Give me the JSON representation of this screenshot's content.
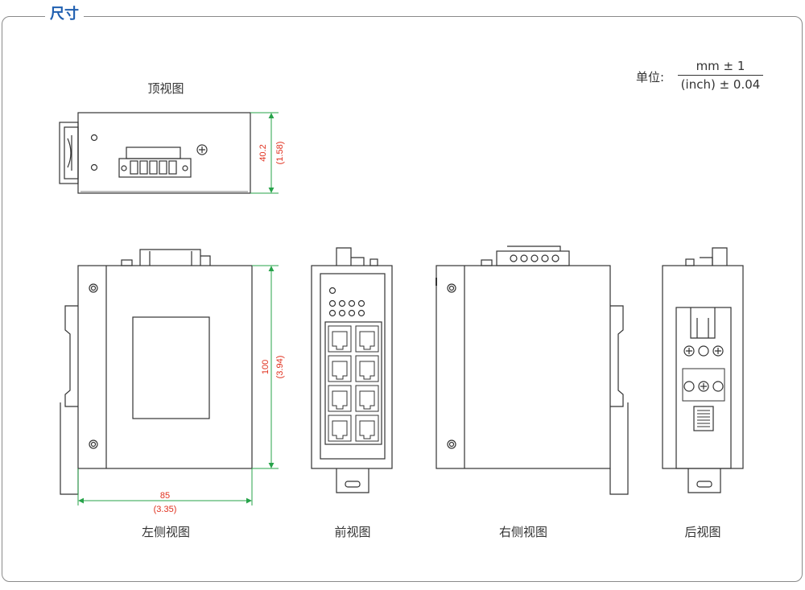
{
  "section": {
    "title": "尺寸"
  },
  "units": {
    "label": "单位:",
    "numerator": "mm ± 1",
    "denominator": "(inch) ± 0.04"
  },
  "views": {
    "top": "顶视图",
    "left": "左侧视图",
    "front": "前视图",
    "right": "右侧视图",
    "back": "后视图"
  },
  "dimensions": {
    "height_top": {
      "mm": "40.2",
      "inch": "(1.58)"
    },
    "height_side": {
      "mm": "100",
      "inch": "(3.94)"
    },
    "width_side": {
      "mm": "85",
      "inch": "(3.35)"
    }
  },
  "colors": {
    "accent": "#1f5fb0",
    "dim_text": "#e0301e",
    "dim_line": "#27a34a",
    "line": "#333333"
  }
}
